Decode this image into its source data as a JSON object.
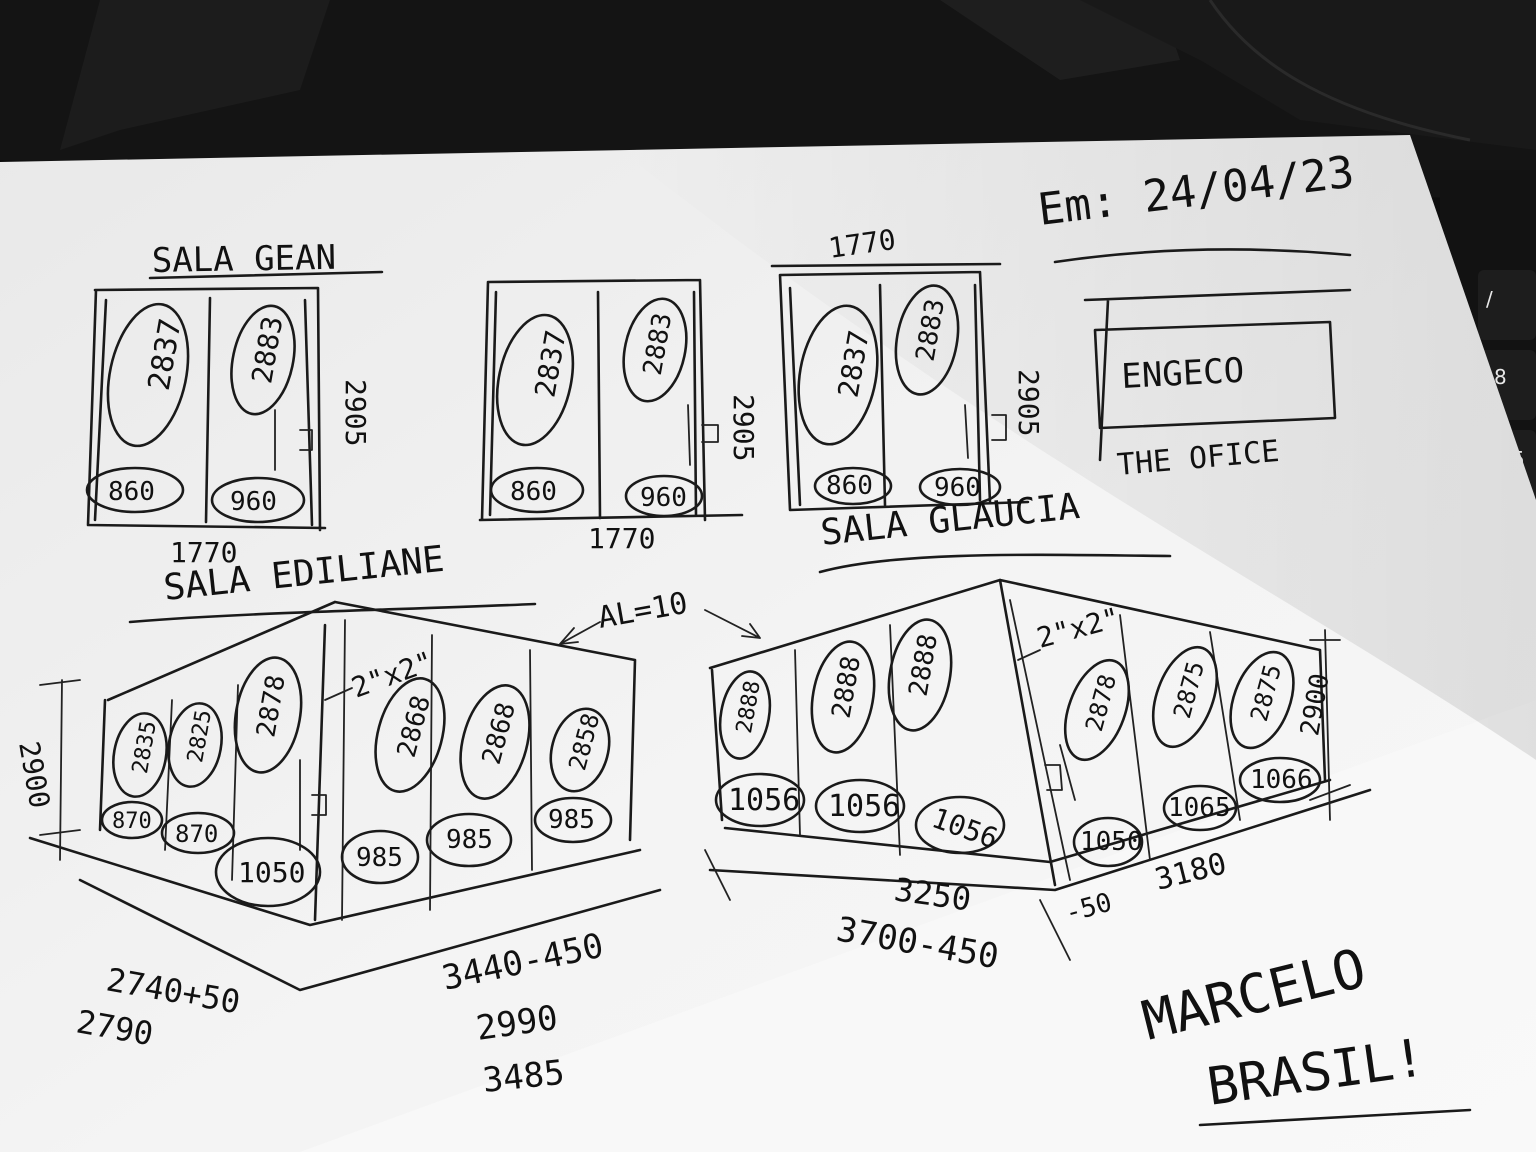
{
  "sketch": {
    "date": "Em: 24/04/23",
    "brand": "ENGECO",
    "brand_sub": "THE OFICE",
    "signature_line1": "MARCELO",
    "signature_line2": "BRASIL!"
  },
  "room_gean": {
    "title": "SALA GEAN",
    "panels": [
      "2837",
      "2883"
    ],
    "doors": [
      "860",
      "960"
    ],
    "height": "2905",
    "width": "1770"
  },
  "room_mid": {
    "panels": [
      "2837",
      "2883"
    ],
    "doors": [
      "860",
      "960"
    ],
    "height": "2905",
    "width": "1770"
  },
  "room_glaucia": {
    "title": "SALA GLAUCIA",
    "panels": [
      "2837",
      "2883"
    ],
    "doors": [
      "860",
      "960"
    ],
    "height": "2905",
    "top_width": "1770"
  },
  "room_ediliane": {
    "title": "SALA EDILIANE",
    "height": "2900",
    "left_panels": [
      "2835",
      "2825",
      "2878"
    ],
    "left_bottoms": [
      "870",
      "870",
      "1050"
    ],
    "right_panels": [
      "2868",
      "2868",
      "2858"
    ],
    "right_bottoms": [
      "985",
      "985",
      "985"
    ],
    "profile": "2\"x2\"",
    "left_dims": [
      "2740+50",
      "2790"
    ],
    "right_dims": [
      "3440-450",
      "2990",
      "3485"
    ]
  },
  "room_right": {
    "height": "2900",
    "left_panels": [
      "2888",
      "2888",
      "2888"
    ],
    "left_bottoms": [
      "1056",
      "1056",
      "1056"
    ],
    "right_panels": [
      "2878",
      "2875",
      "2875"
    ],
    "right_bottoms": [
      "1050",
      "1065",
      "1066"
    ],
    "profile": "2\"x2\"",
    "dims": [
      "3250",
      "3700-450",
      "3180",
      "-50"
    ]
  },
  "annotation": {
    "slope": "AL=10"
  },
  "keyboard": {
    "keys": [
      "/",
      "8",
      "5"
    ]
  }
}
